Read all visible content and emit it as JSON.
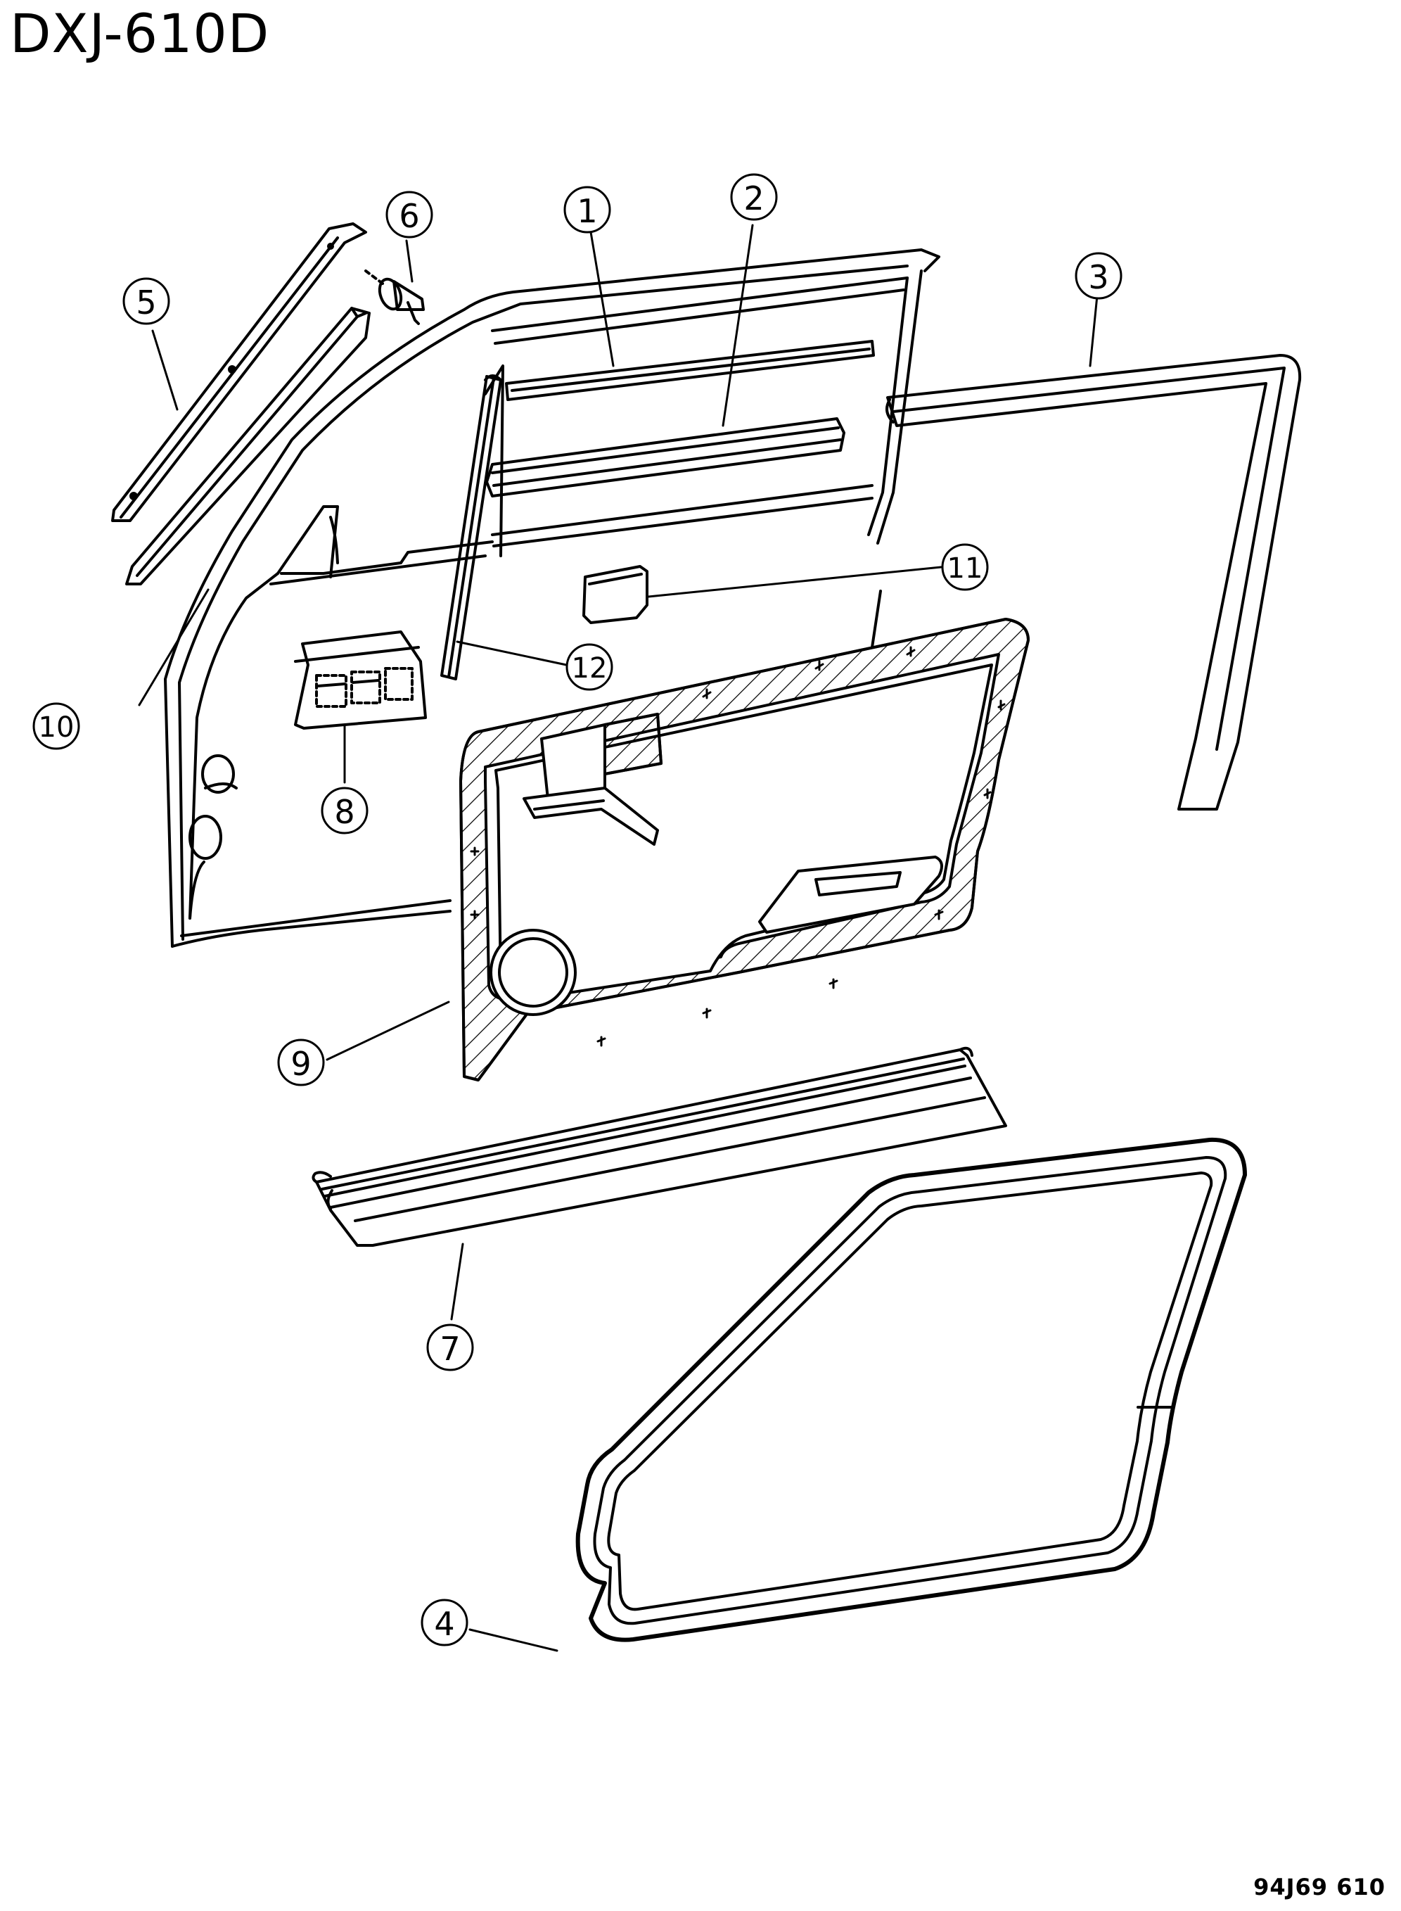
{
  "diagram": {
    "title": "DXJ-610D",
    "reference": "94J69 610",
    "ink_color": "#000000",
    "paper_color": "#ffffff"
  },
  "callouts": {
    "c1": "1",
    "c2": "2",
    "c3": "3",
    "c4": "4",
    "c5": "5",
    "c6": "6",
    "c7": "7",
    "c8": "8",
    "c9": "9",
    "c10": "10",
    "c11": "11",
    "c12": "12"
  }
}
